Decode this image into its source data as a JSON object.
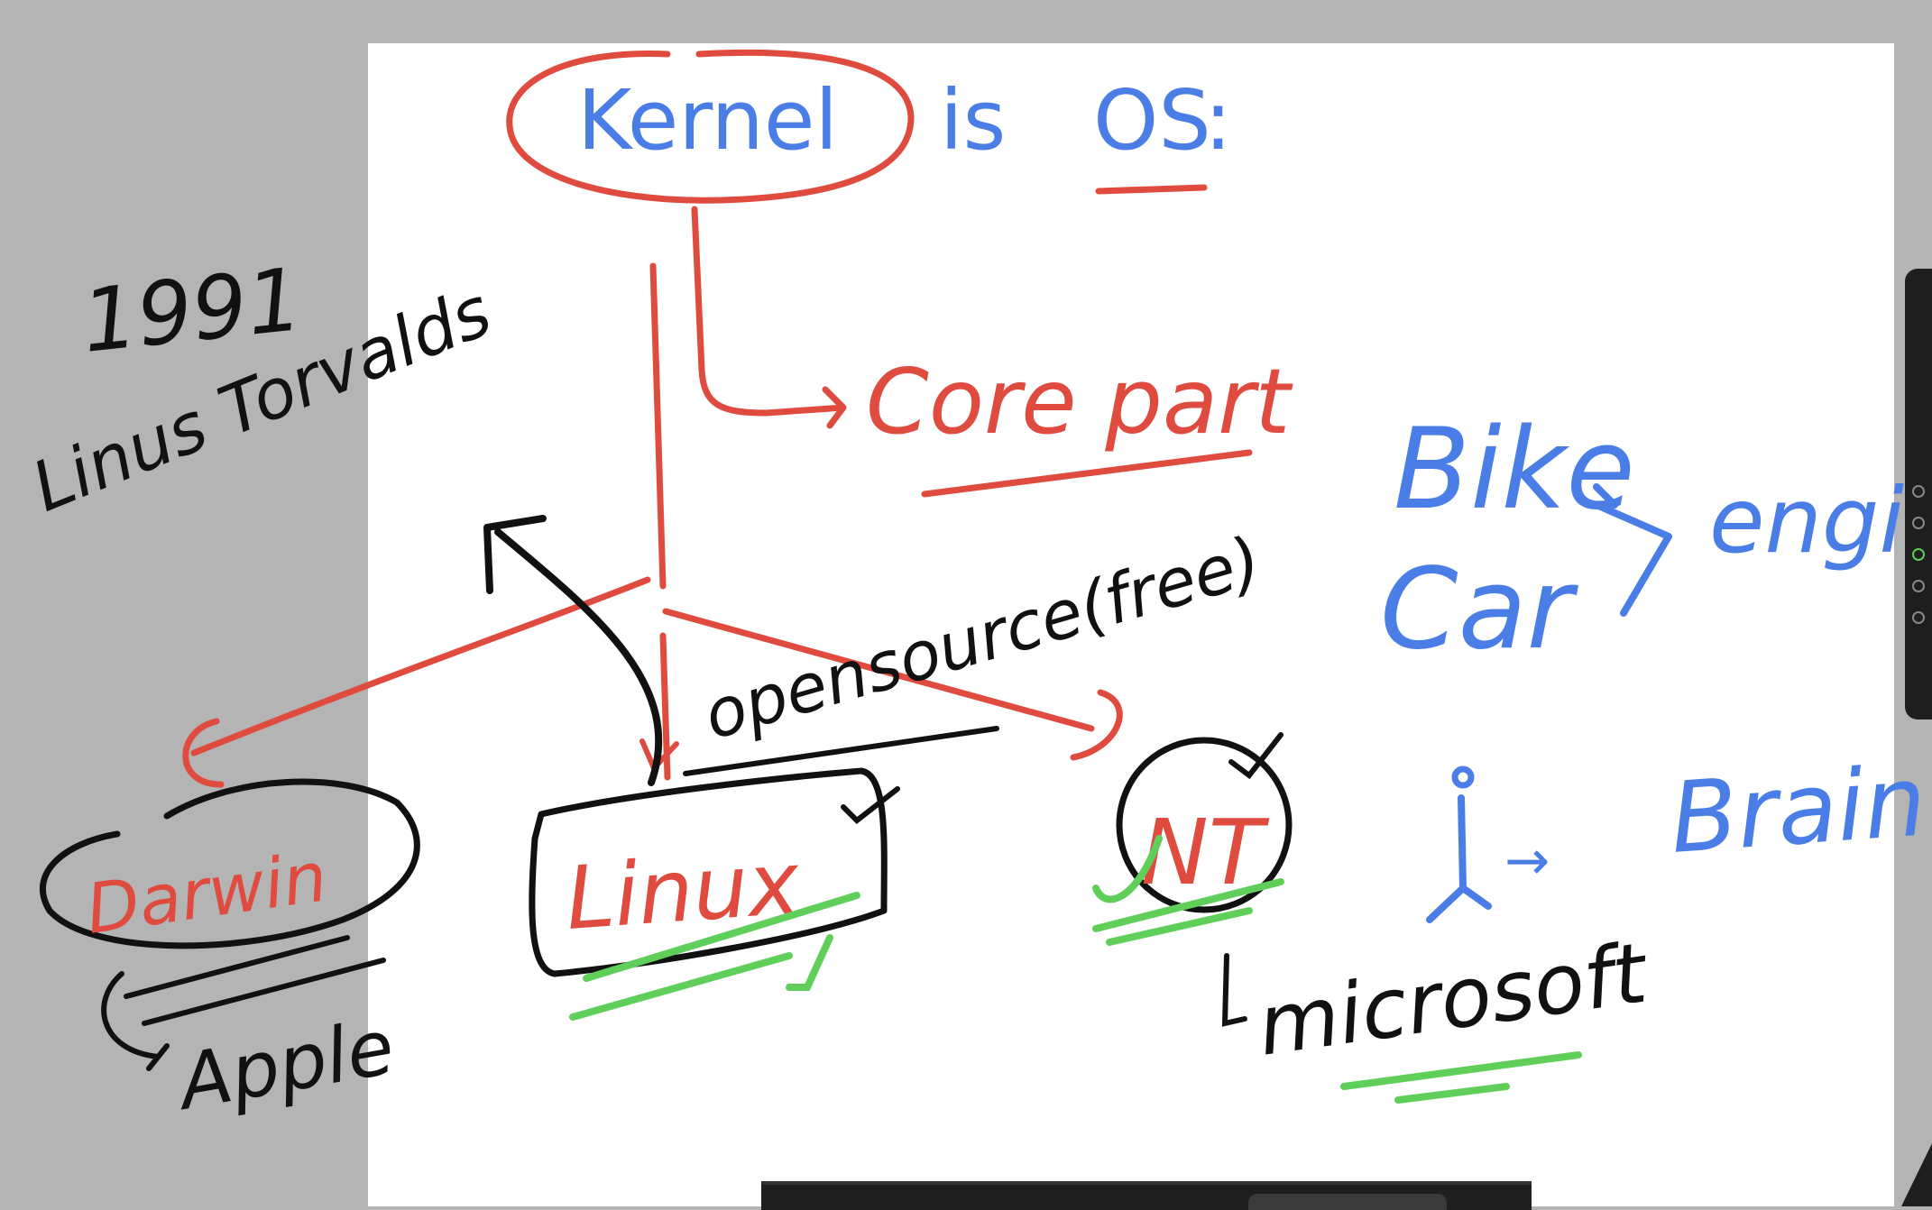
{
  "title": {
    "kernel": "Kernel",
    "is": "is",
    "os": "OS",
    "colon": ":"
  },
  "notes": {
    "year": "1991",
    "author": "Linus Torvalds",
    "core_part": "Core part",
    "open_source": "opensource(free)",
    "darwin": "Darwin",
    "apple": "Apple",
    "linux": "Linux",
    "nt": "NT",
    "microsoft": "microsoft",
    "bike": "Bike",
    "car": "Car",
    "engine": "engi",
    "brain": "Brain",
    "check": "✓",
    "arrow": "→"
  },
  "colors": {
    "red": "#e04b3f",
    "blue": "#4a7ee6",
    "black": "#111111",
    "green": "#5fcf5a"
  },
  "icons": [
    "stick-figure-icon",
    "checkmark-icon"
  ]
}
